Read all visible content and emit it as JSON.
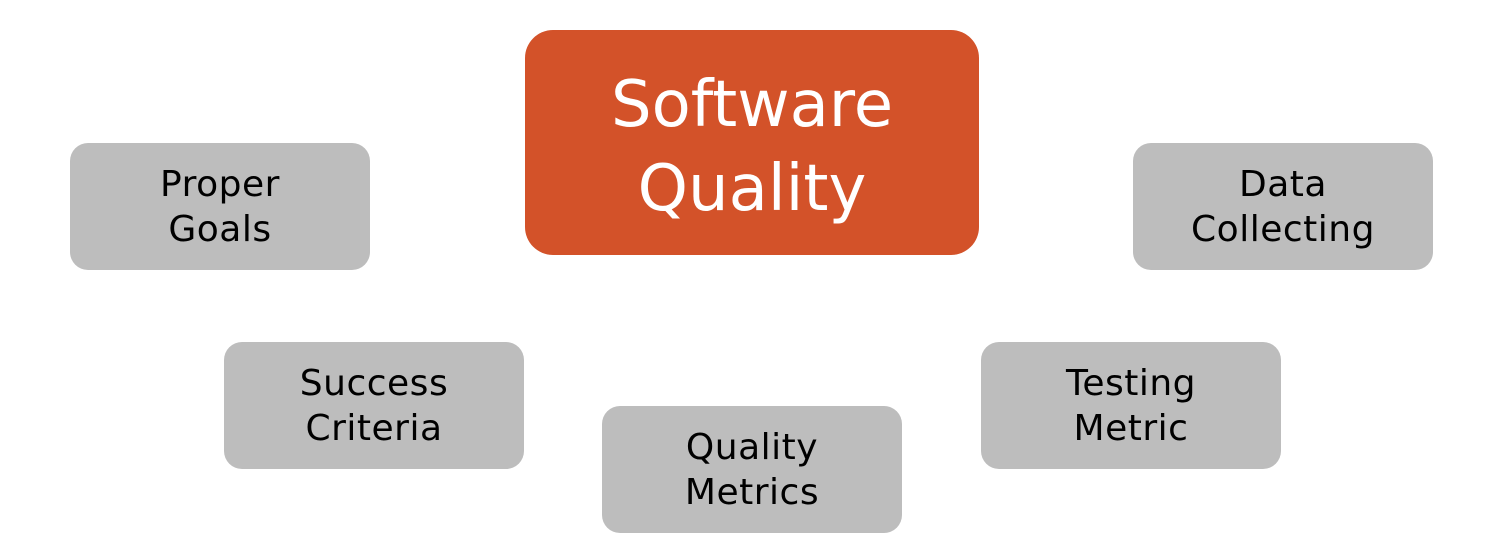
{
  "diagram": {
    "center": {
      "label": "Software\nQuality",
      "color": "#D35229",
      "text_color": "#FFFFFF"
    },
    "node_color": "#BDBDBD",
    "nodes": [
      {
        "id": "proper-goals",
        "label": "Proper\nGoals"
      },
      {
        "id": "data-collecting",
        "label": "Data\nCollecting"
      },
      {
        "id": "success-criteria",
        "label": "Success\nCriteria"
      },
      {
        "id": "testing-metric",
        "label": "Testing\nMetric"
      },
      {
        "id": "quality-metrics",
        "label": "Quality\nMetrics"
      }
    ]
  }
}
